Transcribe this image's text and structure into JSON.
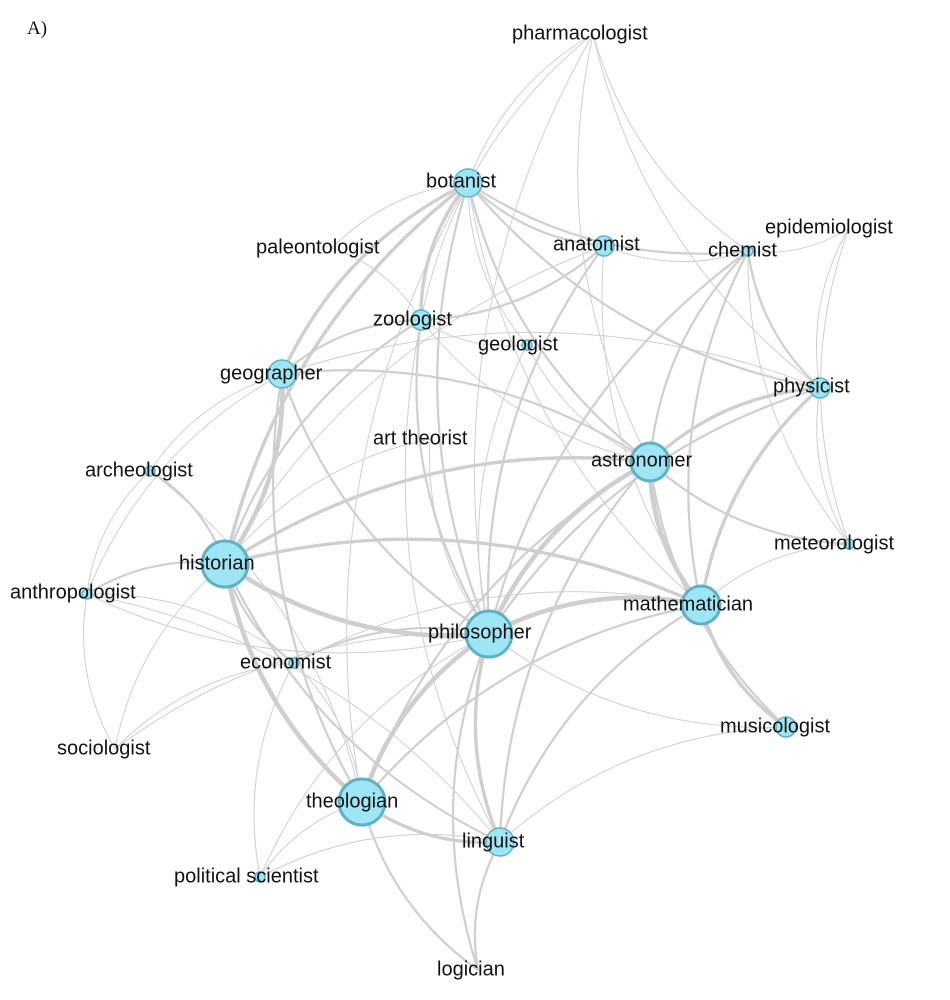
{
  "panel_label": "A)",
  "colors": {
    "node_fill": "#9ee6f6",
    "node_stroke": "#5fb1c4",
    "edge": "#cfcfcf",
    "label": "#111111"
  },
  "nodes": [
    {
      "id": "pharmacologist",
      "label": "pharmacologist",
      "size": 0
    },
    {
      "id": "botanist",
      "label": "botanist",
      "size": 3
    },
    {
      "id": "epidemiologist",
      "label": "epidemiologist",
      "size": 0
    },
    {
      "id": "paleontologist",
      "label": "paleontologist",
      "size": 0
    },
    {
      "id": "anatomist",
      "label": "anatomist",
      "size": 2
    },
    {
      "id": "chemist",
      "label": "chemist",
      "size": 1
    },
    {
      "id": "zoologist",
      "label": "zoologist",
      "size": 2
    },
    {
      "id": "geologist",
      "label": "geologist",
      "size": 1
    },
    {
      "id": "geographer",
      "label": "geographer",
      "size": 3
    },
    {
      "id": "physicist",
      "label": "physicist",
      "size": 2
    },
    {
      "id": "art_theorist",
      "label": "art theorist",
      "size": 0
    },
    {
      "id": "astronomer",
      "label": "astronomer",
      "size": 4
    },
    {
      "id": "archeologist",
      "label": "archeologist",
      "size": 1
    },
    {
      "id": "meteorologist",
      "label": "meteorologist",
      "size": 1
    },
    {
      "id": "historian",
      "label": "historian",
      "size": 5
    },
    {
      "id": "anthropologist",
      "label": "anthropologist",
      "size": 1
    },
    {
      "id": "mathematician",
      "label": "mathematician",
      "size": 4
    },
    {
      "id": "philosopher",
      "label": "philosopher",
      "size": 5
    },
    {
      "id": "economist",
      "label": "economist",
      "size": 1
    },
    {
      "id": "musicologist",
      "label": "musicologist",
      "size": 2
    },
    {
      "id": "sociologist",
      "label": "sociologist",
      "size": 0
    },
    {
      "id": "theologian",
      "label": "theologian",
      "size": 5
    },
    {
      "id": "linguist",
      "label": "linguist",
      "size": 3
    },
    {
      "id": "political_scientist",
      "label": "political scientist",
      "size": 1
    },
    {
      "id": "logician",
      "label": "logician",
      "size": 0
    }
  ],
  "edges": [
    [
      "pharmacologist",
      "botanist",
      1
    ],
    [
      "pharmacologist",
      "chemist",
      1
    ],
    [
      "pharmacologist",
      "physicist",
      1
    ],
    [
      "pharmacologist",
      "astronomer",
      1
    ],
    [
      "pharmacologist",
      "zoologist",
      1
    ],
    [
      "pharmacologist",
      "philosopher",
      1
    ],
    [
      "botanist",
      "zoologist",
      3
    ],
    [
      "botanist",
      "geographer",
      3
    ],
    [
      "botanist",
      "historian",
      3
    ],
    [
      "botanist",
      "philosopher",
      2
    ],
    [
      "botanist",
      "chemist",
      2
    ],
    [
      "botanist",
      "anatomist",
      2
    ],
    [
      "botanist",
      "physicist",
      2
    ],
    [
      "botanist",
      "astronomer",
      2
    ],
    [
      "botanist",
      "geologist",
      1
    ],
    [
      "botanist",
      "paleontologist",
      1
    ],
    [
      "botanist",
      "mathematician",
      1
    ],
    [
      "botanist",
      "theologian",
      1
    ],
    [
      "zoologist",
      "geographer",
      2
    ],
    [
      "zoologist",
      "anatomist",
      2
    ],
    [
      "zoologist",
      "historian",
      2
    ],
    [
      "zoologist",
      "philosopher",
      2
    ],
    [
      "zoologist",
      "astronomer",
      1
    ],
    [
      "zoologist",
      "paleontologist",
      1
    ],
    [
      "zoologist",
      "geologist",
      1
    ],
    [
      "zoologist",
      "linguist",
      1
    ],
    [
      "anatomist",
      "philosopher",
      2
    ],
    [
      "anatomist",
      "chemist",
      1
    ],
    [
      "anatomist",
      "historian",
      1
    ],
    [
      "anatomist",
      "mathematician",
      1
    ],
    [
      "chemist",
      "physicist",
      2
    ],
    [
      "chemist",
      "astronomer",
      2
    ],
    [
      "chemist",
      "philosopher",
      2
    ],
    [
      "chemist",
      "mathematician",
      2
    ],
    [
      "chemist",
      "epidemiologist",
      1
    ],
    [
      "chemist",
      "meteorologist",
      1
    ],
    [
      "epidemiologist",
      "physicist",
      1
    ],
    [
      "epidemiologist",
      "meteorologist",
      1
    ],
    [
      "physicist",
      "astronomer",
      3
    ],
    [
      "physicist",
      "mathematician",
      3
    ],
    [
      "physicist",
      "philosopher",
      2
    ],
    [
      "physicist",
      "meteorologist",
      1
    ],
    [
      "physicist",
      "geographer",
      1
    ],
    [
      "astronomer",
      "mathematician",
      4
    ],
    [
      "astronomer",
      "philosopher",
      4
    ],
    [
      "astronomer",
      "historian",
      3
    ],
    [
      "astronomer",
      "geographer",
      2
    ],
    [
      "astronomer",
      "theologian",
      2
    ],
    [
      "astronomer",
      "linguist",
      2
    ],
    [
      "astronomer",
      "musicologist",
      2
    ],
    [
      "astronomer",
      "meteorologist",
      2
    ],
    [
      "mathematician",
      "philosopher",
      4
    ],
    [
      "mathematician",
      "historian",
      3
    ],
    [
      "mathematician",
      "musicologist",
      3
    ],
    [
      "mathematician",
      "theologian",
      2
    ],
    [
      "mathematician",
      "linguist",
      2
    ],
    [
      "mathematician",
      "economist",
      1
    ],
    [
      "historian",
      "geographer",
      4
    ],
    [
      "historian",
      "philosopher",
      4
    ],
    [
      "historian",
      "theologian",
      4
    ],
    [
      "historian",
      "archeologist",
      2
    ],
    [
      "historian",
      "anthropologist",
      2
    ],
    [
      "historian",
      "economist",
      2
    ],
    [
      "historian",
      "linguist",
      2
    ],
    [
      "historian",
      "sociologist",
      1
    ],
    [
      "geographer",
      "philosopher",
      2
    ],
    [
      "geographer",
      "theologian",
      2
    ],
    [
      "geographer",
      "archeologist",
      1
    ],
    [
      "geographer",
      "anthropologist",
      1
    ],
    [
      "philosopher",
      "theologian",
      4
    ],
    [
      "philosopher",
      "linguist",
      3
    ],
    [
      "philosopher",
      "economist",
      2
    ],
    [
      "philosopher",
      "logician",
      2
    ],
    [
      "philosopher",
      "sociologist",
      1
    ],
    [
      "philosopher",
      "musicologist",
      1
    ],
    [
      "philosopher",
      "political_scientist",
      1
    ],
    [
      "theologian",
      "linguist",
      3
    ],
    [
      "theologian",
      "logician",
      2
    ],
    [
      "theologian",
      "economist",
      1
    ],
    [
      "theologian",
      "political_scientist",
      1
    ],
    [
      "theologian",
      "archeologist",
      1
    ],
    [
      "linguist",
      "logician",
      2
    ],
    [
      "linguist",
      "political_scientist",
      1
    ],
    [
      "linguist",
      "anthropologist",
      1
    ],
    [
      "economist",
      "sociologist",
      1
    ],
    [
      "economist",
      "political_scientist",
      1
    ],
    [
      "economist",
      "anthropologist",
      1
    ],
    [
      "archeologist",
      "anthropologist",
      1
    ],
    [
      "anthropologist",
      "sociologist",
      1
    ],
    [
      "anthropologist",
      "philosopher",
      1
    ],
    [
      "geologist",
      "philosopher",
      1
    ],
    [
      "geologist",
      "astronomer",
      1
    ],
    [
      "art_theorist",
      "philosopher",
      1
    ],
    [
      "art_theorist",
      "historian",
      1
    ],
    [
      "musicologist",
      "linguist",
      1
    ],
    [
      "meteorologist",
      "mathematician",
      1
    ]
  ]
}
